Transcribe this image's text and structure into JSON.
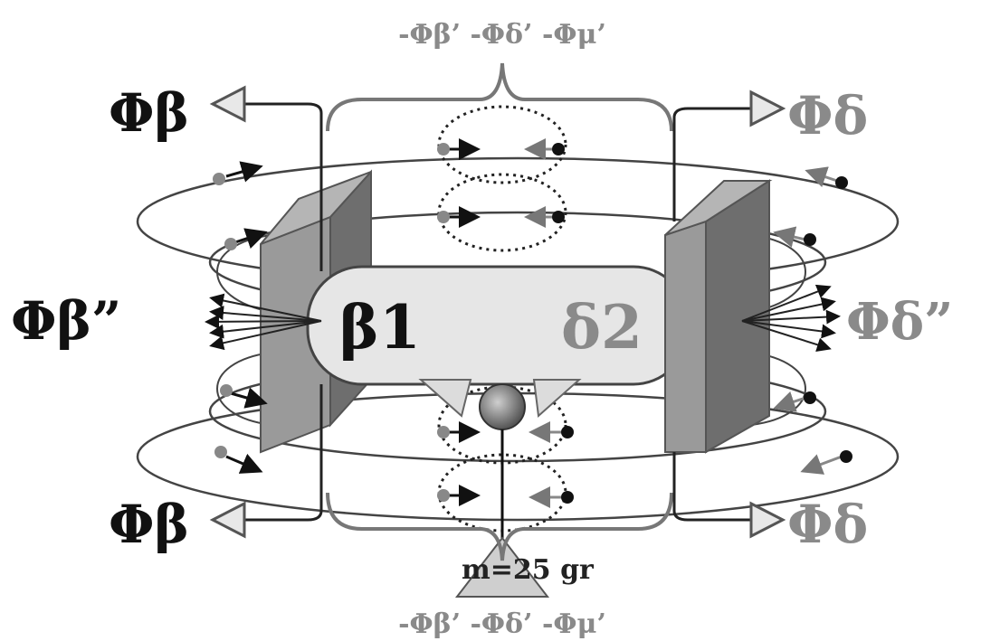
{
  "labels": {
    "flux_top": "-Φβ’ -Φδ’ -Φμ’",
    "flux_bottom": "-Φβ’ -Φδ’ -Φμ’",
    "phi_beta": "Φβ",
    "phi_delta": "Φδ",
    "phi_beta_dd": "Φβ”",
    "phi_delta_dd": "Φδ”",
    "beta1": "β1",
    "delta2": "δ2",
    "mass": "m=25 gr"
  },
  "colors": {
    "dark": "#111111",
    "grey_label": "#8a8a8a",
    "plate_front": "#9a9a9a",
    "plate_side": "#6e6e6e",
    "bar_fill": "#e6e6e6"
  }
}
